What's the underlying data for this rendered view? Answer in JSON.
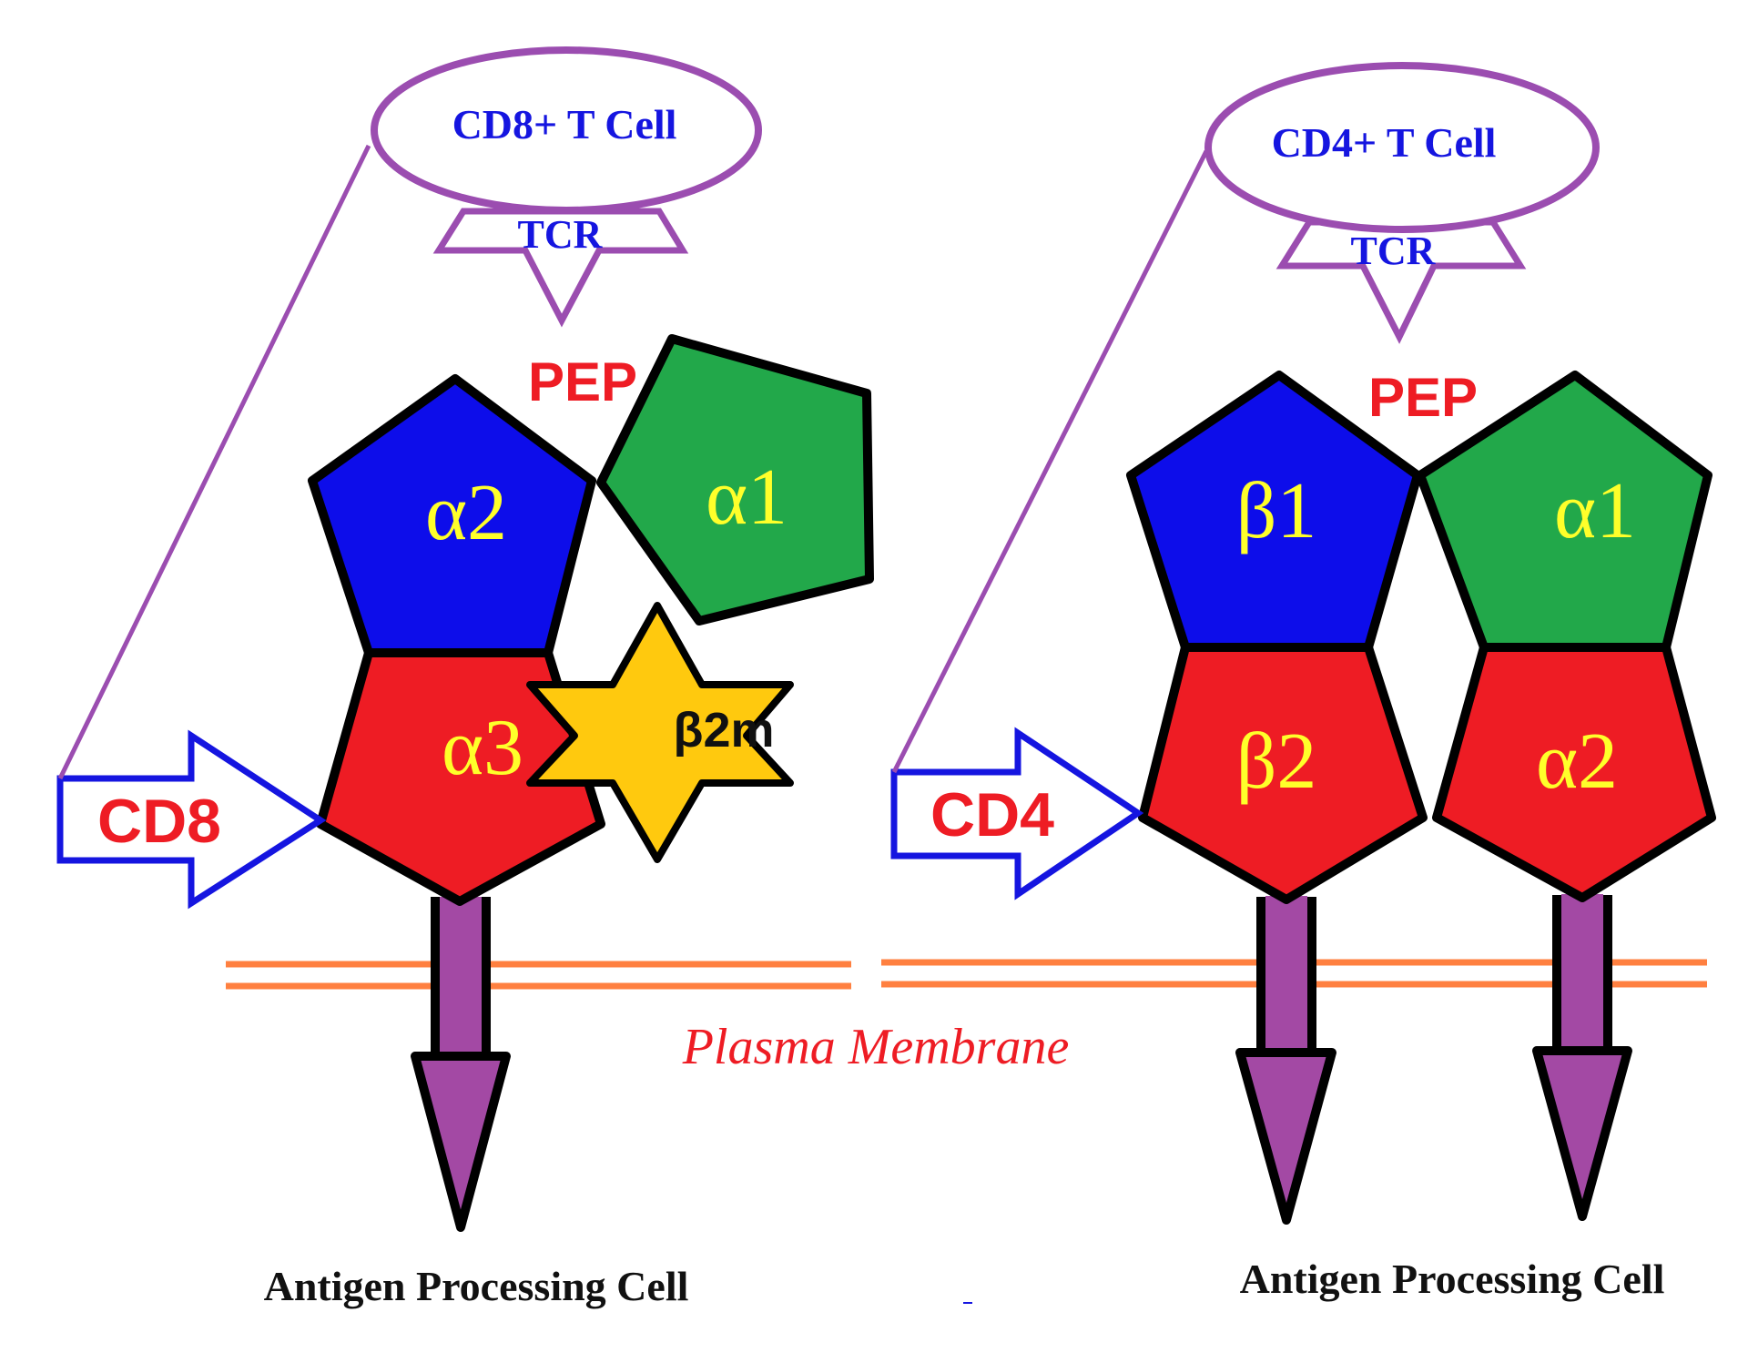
{
  "mhc_class_i": {
    "t_cell": "CD8+ T Cell",
    "tcr": "TCR",
    "peptide": "PEP",
    "domains": {
      "top_left": "α2",
      "top_right": "α1",
      "bottom": "α3"
    },
    "b2m": "β2m",
    "coreceptor": "CD8",
    "cell": "Antigen Processing Cell"
  },
  "mhc_class_ii": {
    "t_cell": "CD4+ T Cell",
    "tcr": "TCR",
    "peptide": "PEP",
    "domains": {
      "top_left": "β1",
      "top_right": "α1",
      "bottom_left": "β2",
      "bottom_right": "α2"
    },
    "coreceptor": "CD4",
    "cell": "Antigen Processing Cell"
  },
  "membrane_label": "Plasma Membrane",
  "colors": {
    "blue_domain": "#0d0dea",
    "green_domain": "#22a84a",
    "red_domain": "#ee1c24",
    "b2m_star": "#ffc90e",
    "t_cell_outline": "#9b4db0",
    "anchor_arrow": "#a349a4",
    "membrane": "#ff8040",
    "coreceptor_outline": "#1515e0",
    "label_yellow": "#ffff2a"
  }
}
